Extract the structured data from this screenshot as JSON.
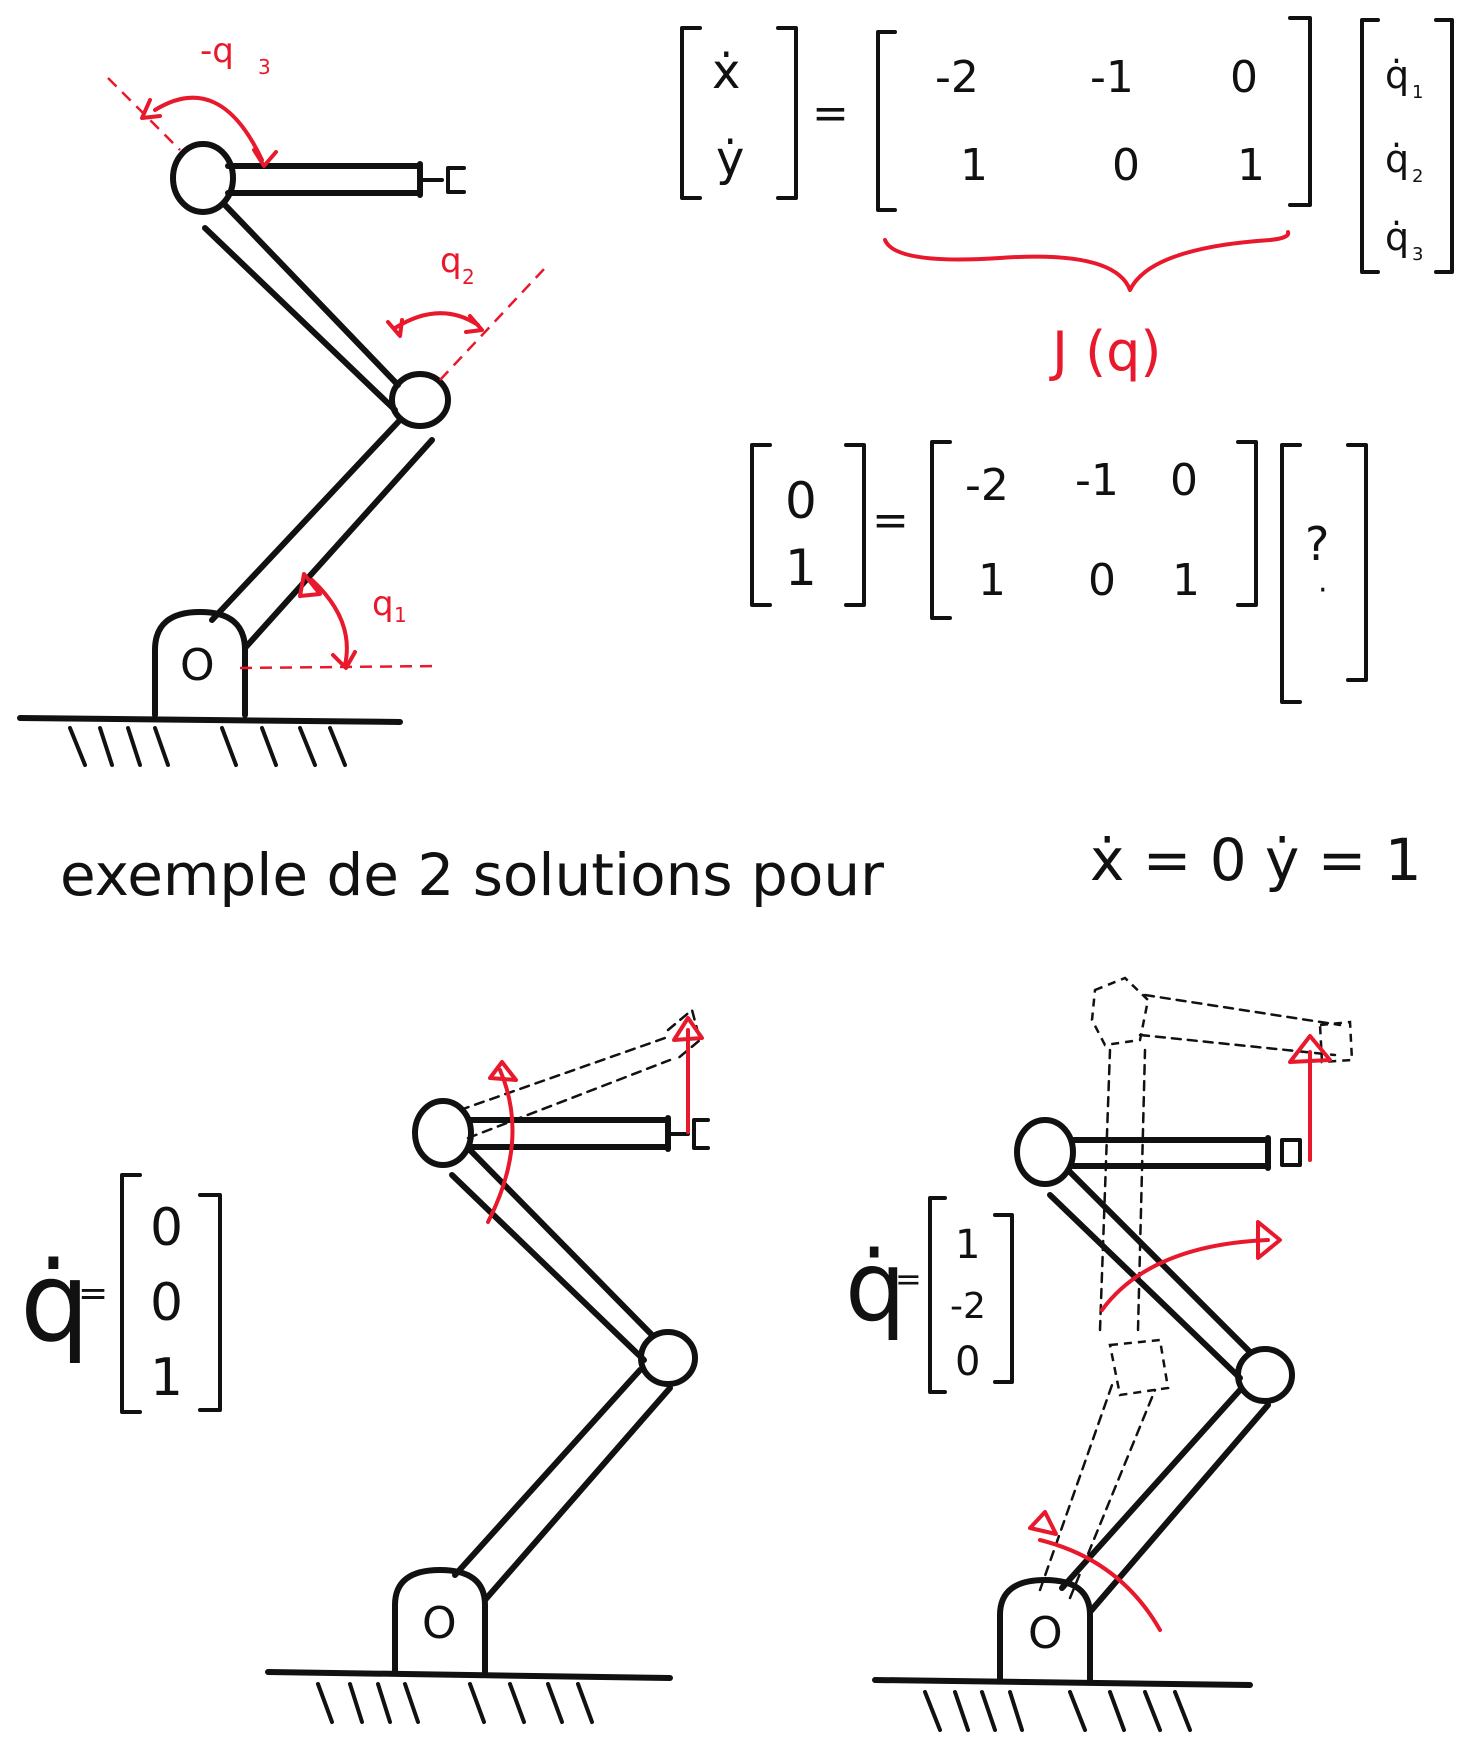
{
  "colors": {
    "ink": "#111111",
    "annotation": "#e8192c",
    "background": "#ffffff"
  },
  "robot_top": {
    "base_label": "O",
    "angle_labels": {
      "q1": "q",
      "q1_sub": "1",
      "q2": "q",
      "q2_sub": "2",
      "q3": "-q",
      "q3_sub": "3"
    }
  },
  "jacobian_equation": {
    "lhs": [
      "ẋ",
      "ẏ"
    ],
    "matrix": [
      [
        "-2",
        "-1",
        "0"
      ],
      [
        "1",
        "0",
        "1"
      ]
    ],
    "rhs_vector": [
      "q̇",
      "q̇",
      "q̇"
    ],
    "rhs_subs": [
      "1",
      "2",
      "3"
    ],
    "brace_label": "J (q)"
  },
  "target_equation": {
    "lhs": [
      "0",
      "1"
    ],
    "matrix": [
      [
        "-2",
        "-1",
        "0"
      ],
      [
        "1",
        "0",
        "1"
      ]
    ],
    "unknown": "?"
  },
  "caption": {
    "text": "exemple de 2 solutions pour",
    "xdot": "ẋ = 0",
    "ydot": "ẏ = 1"
  },
  "solution_1": {
    "qdot_label": "q̇",
    "equals": "=",
    "vector": [
      "0",
      "0",
      "1"
    ],
    "base_label": "O"
  },
  "solution_2": {
    "qdot_label": "q̇",
    "equals": "=",
    "vector": [
      "1",
      "-2",
      "0"
    ],
    "base_label": "O"
  }
}
